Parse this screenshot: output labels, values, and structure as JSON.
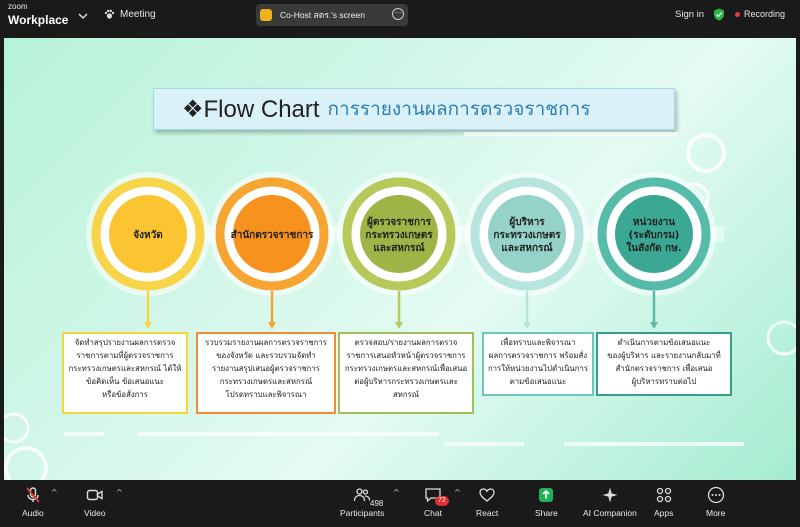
{
  "app": {
    "brand_small": "zoom",
    "brand_big": "Workplace"
  },
  "topbar": {
    "meeting_label": "Meeting",
    "share_text": "Co-Host สตร.'s screen",
    "share_more": "···",
    "signin_label": "Sign in",
    "recording_label": "Recording"
  },
  "slide": {
    "title_en": "❖Flow Chart",
    "title_th": "การรายงานผลการตรวจราชการ",
    "circles": [
      {
        "label_lines": [
          "จังหวัด"
        ],
        "ring": "#f7d44a",
        "inner": "#fbc531"
      },
      {
        "label_lines": [
          "สำนักตรวจราชการ"
        ],
        "ring": "#f6a432",
        "inner": "#f7921e"
      },
      {
        "label_lines": [
          "ผู้ตรวจราชการ",
          "กระทรวงเกษตร",
          "และสหกรณ์"
        ],
        "ring": "#b6c95a",
        "inner": "#9eb446"
      },
      {
        "label_lines": [
          "ผู้บริหาร",
          "กระทรวงเกษตร",
          "และสหกรณ์"
        ],
        "ring": "#b7e4dc",
        "inner": "#95d2c7"
      },
      {
        "label_lines": [
          "หน่วยงาน",
          "(ระดับกรม)",
          "ในสังกัด กษ."
        ],
        "ring": "#56bba9",
        "inner": "#3aa893"
      }
    ],
    "descriptions": [
      {
        "lines": [
          "จัดทำสรุปรายงานผลการตรวจ",
          "ราชการตามที่ผู้ตรวจราชการ",
          "กระทรวงเกษตรและสหกรณ์ ได้ให้",
          "ข้อคิดเห็น ข้อเสนอแนะ",
          "หรือข้อสั่งการ"
        ],
        "border": "#f3d73c"
      },
      {
        "lines": [
          "รวบรวมรายงานผลการตรวจราชการ",
          "ของจังหวัด และรวบรวมจัดทำ",
          "รายงานสรุปเสนอผู้ตรวจราชการ",
          "กระทรวงเกษตรและสหกรณ์",
          "โปรดทราบและพิจารณา"
        ],
        "border": "#f28b35"
      },
      {
        "lines": [
          "ตรวจสอบ/รายงานผลการตรวจ",
          "ราชการเสนอหัวหน้าผู้ตรวจราชการ",
          "กระทรวงเกษตรและสหกรณ์เพื่อเสนอ",
          "ต่อผู้บริหารกระทรวงเกษตรและ",
          "สหกรณ์"
        ],
        "border": "#9fc15a"
      },
      {
        "lines": [
          "เพื่อทราบและพิจารณา",
          "ผลการตรวจราชการ พร้อมสั่ง",
          "การให้หน่วยงานไปดำเนินการ",
          "ตามข้อเสนอแนะ"
        ],
        "border": "#6fc7bc"
      },
      {
        "lines": [
          "ดำเนินการตามข้อเสนอแนะ",
          "ของผู้บริหาร และรายงานกลับมาที่",
          "สำนักตรวจราชการ เพื่อเสนอ",
          "ผู้บริหารทราบต่อไป"
        ],
        "border": "#3a9c8e"
      }
    ]
  },
  "bottombar": {
    "audio": "Audio",
    "video": "Video",
    "participants": "Participants",
    "participants_count": "498",
    "chat": "Chat",
    "chat_badge": "72",
    "react": "React",
    "share": "Share",
    "ai": "AI Companion",
    "apps": "Apps",
    "more": "More"
  }
}
